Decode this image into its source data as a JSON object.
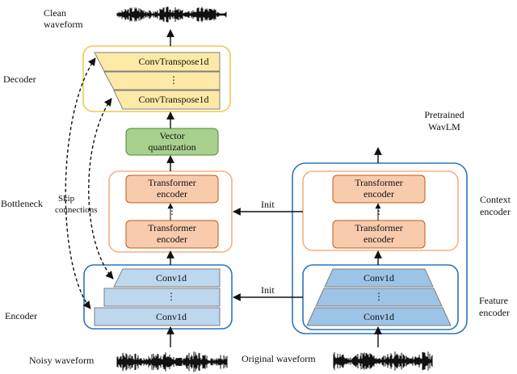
{
  "labels": {
    "clean_waveform": [
      "Clean",
      "waveform"
    ],
    "noisy_waveform": "Noisy waveform",
    "original_waveform": "Original waveform",
    "decoder": "Decoder",
    "bottleneck": "Bottleneck",
    "encoder": "Encoder",
    "skip_connections": [
      "Skip",
      "connections"
    ],
    "pretrained_wavlm": [
      "Pretrained",
      "WavLM"
    ],
    "context_encoder": [
      "Context",
      "encoder"
    ],
    "feature_encoder": [
      "Feature",
      "encoder"
    ],
    "init_top": "Init",
    "init_bottom": "Init"
  },
  "blocks": {
    "conv_transpose": "ConvTranspose1d",
    "dots": "⋮",
    "vector_quantization": [
      "Vector",
      "quantization"
    ],
    "transformer_encoder": [
      "Transformer",
      "encoder"
    ],
    "conv1d": "Conv1d"
  },
  "colors": {
    "decoder_border": "#f2c94c",
    "decoder_fill": "#fde9a6",
    "vq_fill": "#a9d18e",
    "vq_border": "#548235",
    "bottleneck_border": "#f4b183",
    "transformer_fill": "#f8cbad",
    "transformer_border": "#c55a11",
    "encoder_border": "#2e75b6",
    "conv_fill_light": "#bdd7ee",
    "conv_fill_dark": "#9dc3e6",
    "conv_border": "#2e75b6"
  }
}
